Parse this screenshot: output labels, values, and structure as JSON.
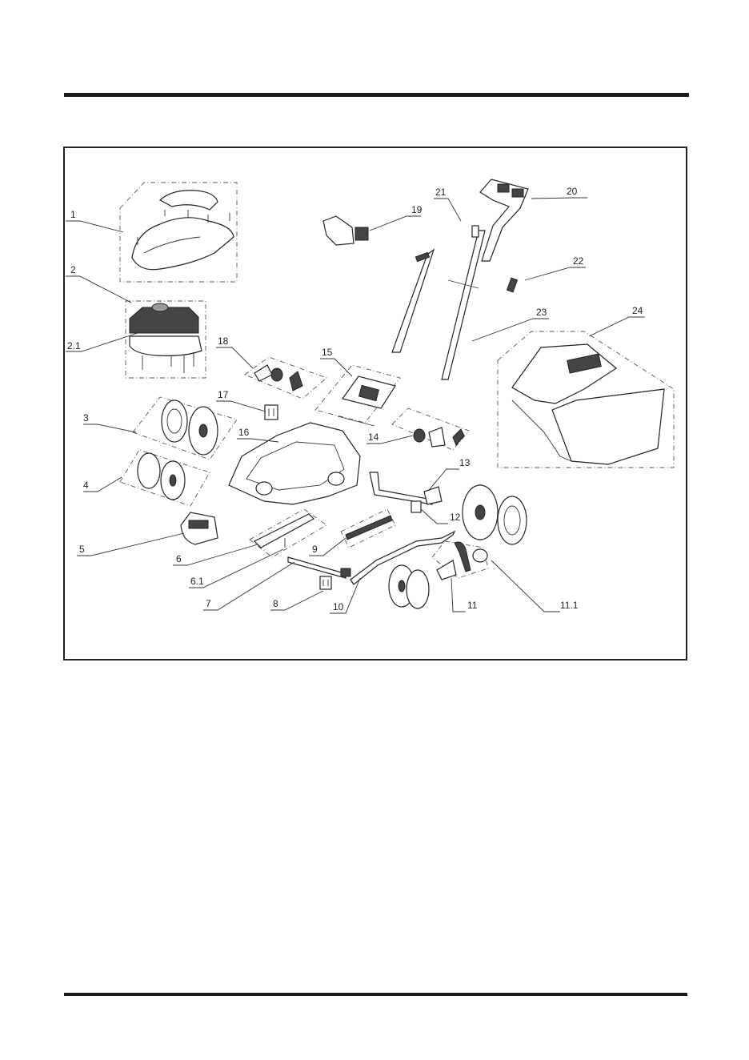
{
  "diagram": {
    "callouts": [
      {
        "id": "c1",
        "text": "1"
      },
      {
        "id": "c2",
        "text": "2"
      },
      {
        "id": "c2_1",
        "text": "2.1"
      },
      {
        "id": "c3",
        "text": "3"
      },
      {
        "id": "c4",
        "text": "4"
      },
      {
        "id": "c5",
        "text": "5"
      },
      {
        "id": "c6",
        "text": "6"
      },
      {
        "id": "c6_1",
        "text": "6.1"
      },
      {
        "id": "c7",
        "text": "7"
      },
      {
        "id": "c8",
        "text": "8"
      },
      {
        "id": "c9",
        "text": "9"
      },
      {
        "id": "c10",
        "text": "10"
      },
      {
        "id": "c11",
        "text": "11"
      },
      {
        "id": "c11_1",
        "text": "11.1"
      },
      {
        "id": "c12",
        "text": "12"
      },
      {
        "id": "c13",
        "text": "13"
      },
      {
        "id": "c14",
        "text": "14"
      },
      {
        "id": "c15",
        "text": "15"
      },
      {
        "id": "c16",
        "text": "16"
      },
      {
        "id": "c17",
        "text": "17"
      },
      {
        "id": "c18",
        "text": "18"
      },
      {
        "id": "c19",
        "text": "19"
      },
      {
        "id": "c20",
        "text": "20"
      },
      {
        "id": "c21",
        "text": "21"
      },
      {
        "id": "c22",
        "text": "22"
      },
      {
        "id": "c23",
        "text": "23"
      },
      {
        "id": "c24",
        "text": "24"
      }
    ]
  }
}
